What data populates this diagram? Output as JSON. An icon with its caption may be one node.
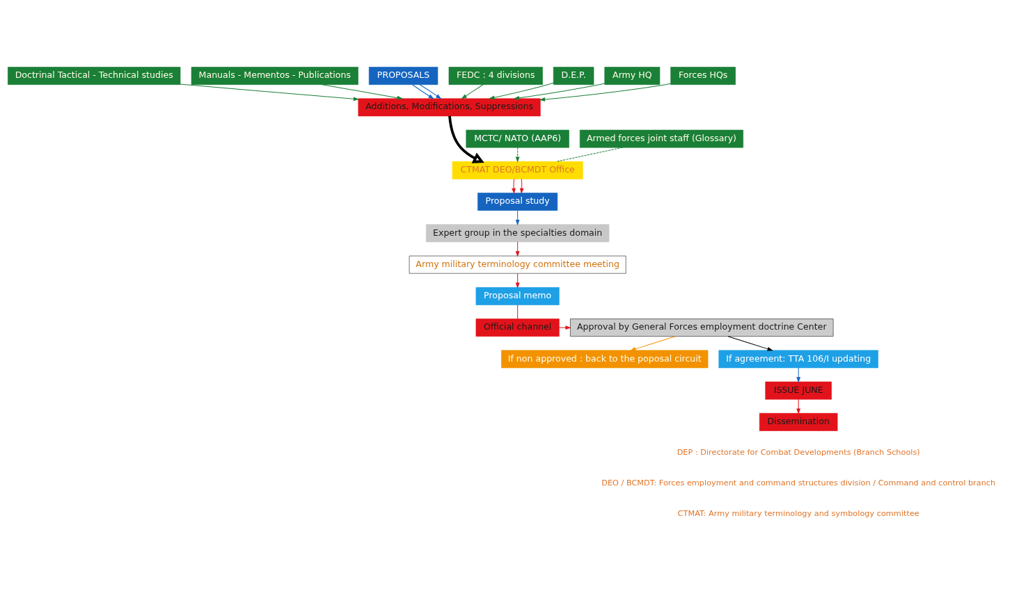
{
  "diagram": {
    "nodes": [
      {
        "text": [
          "Doctrinal Tactical - Technical studies"
        ]
      },
      {
        "text": [
          "Manuals - Mementos - Publications"
        ]
      },
      {
        "text": [
          "PROPOSALS"
        ]
      },
      {
        "text": [
          "MCTC/ NATO (AAP6)"
        ]
      },
      {
        "text": [
          "Additions, Modifications, Suppressions"
        ]
      },
      {
        "text": [
          "Armed forces joint staff (Glossary)"
        ]
      },
      {
        "text": [
          "FEDC : 4 divisions"
        ]
      },
      {
        "text": [
          "D.E.P."
        ]
      },
      {
        "text": [
          "Army HQ"
        ]
      },
      {
        "text": [
          "Forces HQs"
        ]
      },
      {
        "text": [
          "CTMAT DEO/BCMDT Office"
        ]
      },
      {
        "text": [
          "Proposal study"
        ]
      },
      {
        "text": [
          "If non approved : back to the poposal circuit"
        ]
      },
      {
        "text": [
          "Expert group in the specialties domain"
        ]
      },
      {
        "text": [
          "Approval by General Forces employment doctrine Center"
        ]
      },
      {
        "text": [
          "Army military terminology committee meeting"
        ]
      },
      {
        "text": [
          "Official channel"
        ]
      },
      {
        "text": [
          "If agreement: TTA 106/I updating"
        ]
      },
      {
        "text": [
          "Proposal memo"
        ]
      },
      {
        "text": [
          "ISSUE JUNE"
        ]
      },
      {
        "text": [
          "Dissemination"
        ]
      }
    ],
    "edges": [
      {
        "from": 0,
        "to": 4,
        "arrow": "to"
      },
      {
        "from": 1,
        "to": 4,
        "arrow": "to"
      },
      {
        "from": 2,
        "to": 4,
        "arrow": "to",
        "color": "#1565c0"
      },
      {
        "from": 2,
        "to": 4,
        "arrow": "to",
        "color": "#1565c0"
      },
      {
        "from": 6,
        "to": 4,
        "arrow": "to"
      },
      {
        "from": 9,
        "to": 4,
        "arrow": "to"
      },
      {
        "from": 7,
        "to": 4,
        "arrow": "to"
      },
      {
        "from": 8,
        "to": 4,
        "arrow": "to"
      },
      {
        "from": 4,
        "to": 10,
        "arrow": "to",
        "style": "thick",
        "color": "#000000"
      },
      {
        "from": 3,
        "to": 10,
        "arrow": "to",
        "style": "dashed"
      },
      {
        "from": 5,
        "to": 10,
        "arrow": "none",
        "style": "dashed"
      },
      {
        "from": 10,
        "to": 11,
        "arrow": "to",
        "color": "#e3131b"
      },
      {
        "from": 10,
        "to": 11,
        "arrow": "to",
        "color": "#e3131b"
      },
      {
        "from": 11,
        "to": 13,
        "arrow": "to",
        "color": "#1565c0"
      },
      {
        "from": 13,
        "to": 15,
        "arrow": "to",
        "color": "#e3131b"
      },
      {
        "from": 15,
        "to": 18,
        "arrow": "to",
        "color": "#e3131b"
      },
      {
        "from": 18,
        "to": 16,
        "arrow": "none",
        "color": "#e3131b"
      },
      {
        "from": 16,
        "to": 14,
        "arrow": "to",
        "color": "#e3131b"
      },
      {
        "from": 14,
        "to": 12,
        "arrow": "to",
        "color": "#f39200"
      },
      {
        "from": 14,
        "to": 17,
        "arrow": "to",
        "color": "#000000"
      },
      {
        "from": 17,
        "to": 19,
        "arrow": "to",
        "color": "#1565c0"
      },
      {
        "from": 19,
        "to": 20,
        "arrow": "to",
        "color": "#e3131b"
      }
    ],
    "labels": [
      "DEP : Directorate for Combat Developments (Branch Schools)",
      "DEO / BCMDT: Forces employment and command structures division / Command and control branch",
      "CTMAT: Army military terminology and symbology committee"
    ]
  }
}
